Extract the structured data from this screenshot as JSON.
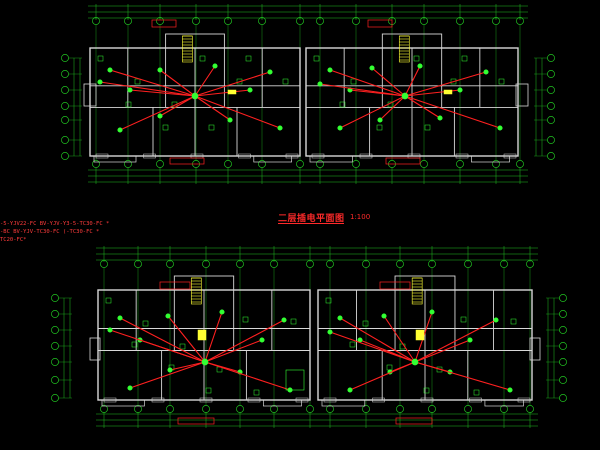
{
  "drawing": {
    "title": "二层插电平面图",
    "scale": "1:100",
    "notes": [
      "-5-YJV22-FC  BV-YJV-Y3-5-TC30-FC *",
      "-BC  BV-YJV-TC30-FC  (-TC30-FC *",
      "TC20-FC*"
    ]
  },
  "colors": {
    "background": "#000000",
    "wall": "#d8d8d8",
    "grid": "#20c020",
    "wiring": "#ff2020",
    "fixture": "#33ff33",
    "stair": "#ffff33",
    "label": "#ff3b3b"
  }
}
